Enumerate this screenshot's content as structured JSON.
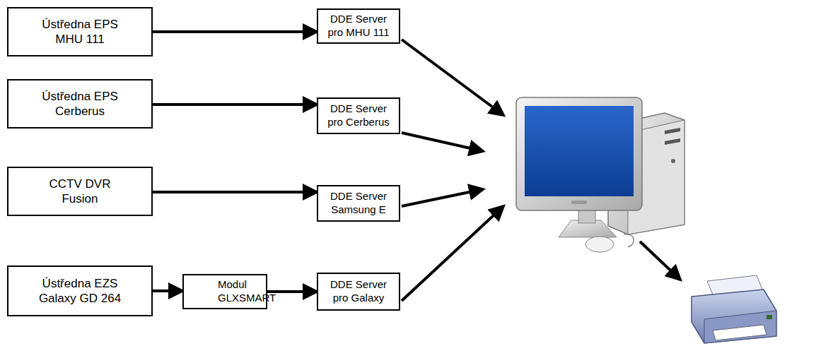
{
  "diagram": {
    "nodes": [
      {
        "text": [
          "Ústředna EPS MHU 111"
        ]
      },
      {
        "text": [
          "DDE Server pro MHU 111"
        ]
      },
      {
        "text": [
          "Ústředna EPS Cerberus"
        ]
      },
      {
        "text": [
          "DDE Server pro Cerberus"
        ]
      },
      {
        "text": [
          "CCTV DVR Fusion"
        ]
      },
      {
        "text": [
          "DDE Server Samsung E"
        ]
      },
      {
        "text": [
          "Ústředna EZS Galaxy GD 264"
        ]
      },
      {
        "text": [
          "Modul GLXSMART"
        ]
      },
      {
        "text": [
          "DDE Server pro Galaxy"
        ]
      }
    ],
    "edges": [
      {
        "from": 0,
        "to": 1,
        "arrow": "to"
      },
      {
        "from": 2,
        "to": 3,
        "arrow": "to"
      },
      {
        "from": 4,
        "to": 5,
        "arrow": "to"
      },
      {
        "from": 6,
        "to": 7,
        "arrow": "to"
      },
      {
        "from": 7,
        "to": 8,
        "arrow": "to"
      }
    ]
  }
}
